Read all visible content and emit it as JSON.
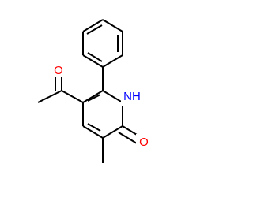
{
  "molecule": {
    "atoms": {
      "carbonyl_oxygen": {
        "label": "O",
        "color": "#ff0000"
      },
      "acetyl_oxygen": {
        "label": "O",
        "color": "#ff0000"
      },
      "ring_nitrogen": {
        "label": "NH",
        "color": "#0000ff"
      }
    },
    "bond_color": "#000000",
    "background_color": "#ffffff"
  }
}
